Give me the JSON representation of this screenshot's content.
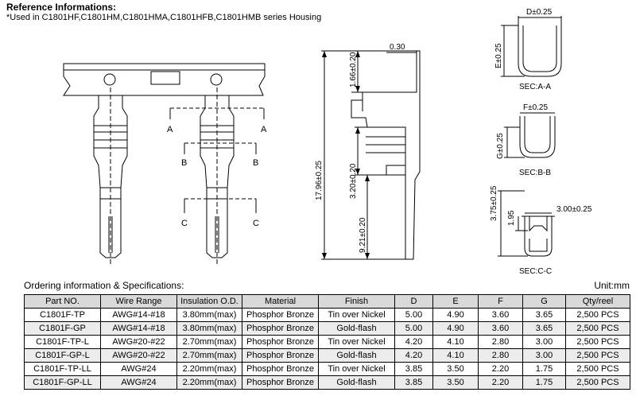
{
  "reference": {
    "title": "Reference Informations:",
    "note": "*Used in  C1801HF,C1801HM,C1801HMA,C1801HFB,C1801HMB series Housing"
  },
  "drawing": {
    "section_marks": {
      "a": "A",
      "b": "B",
      "c": "C"
    },
    "dimensions": {
      "thickness": "0.30",
      "top_offset": "1.66±0.20",
      "total_length": "17.96±0.25",
      "insulation_length": "3.20±0.20",
      "contact_length": "9.21±0.20",
      "d": "D±0.25",
      "e": "E±0.25",
      "f": "F±0.25",
      "g": "G±0.25",
      "c_height": "3.75±0.25",
      "c_inner": "1.95",
      "c_width": "3.00±0.25"
    },
    "sections": {
      "aa": "SEC:A-A",
      "bb": "SEC:B-B",
      "cc": "SEC:C-C"
    }
  },
  "ordering": {
    "title": "Ordering information & Specifications:",
    "unit": "Unit:mm",
    "columns": [
      "Part NO.",
      "Wire Range",
      "Insulation O.D.",
      "Material",
      "Finish",
      "D",
      "E",
      "F",
      "G",
      "Qty/reel"
    ],
    "rows": [
      [
        "C1801F-TP",
        "AWG#14-#18",
        "3.80mm(max)",
        "Phosphor Bronze",
        "Tin over Nickel",
        "5.00",
        "4.90",
        "3.60",
        "3.65",
        "2,500 PCS"
      ],
      [
        "C1801F-GP",
        "AWG#14-#18",
        "3.80mm(max)",
        "Phosphor Bronze",
        "Gold-flash",
        "5.00",
        "4.90",
        "3.60",
        "3.65",
        "2,500 PCS"
      ],
      [
        "C1801F-TP-L",
        "AWG#20-#22",
        "2.70mm(max)",
        "Phosphor Bronze",
        "Tin over Nickel",
        "4.20",
        "4.10",
        "2.80",
        "3.00",
        "2,500 PCS"
      ],
      [
        "C1801F-GP-L",
        "AWG#20-#22",
        "2.70mm(max)",
        "Phosphor Bronze",
        "Gold-flash",
        "4.20",
        "4.10",
        "2.80",
        "3.00",
        "2,500 PCS"
      ],
      [
        "C1801F-TP-LL",
        "AWG#24",
        "2.20mm(max)",
        "Phosphor Bronze",
        "Tin over Nickel",
        "3.85",
        "3.50",
        "2.20",
        "1.75",
        "2,500 PCS"
      ],
      [
        "C1801F-GP-LL",
        "AWG#24",
        "2.20mm(max)",
        "Phosphor Bronze",
        "Gold-flash",
        "3.85",
        "3.50",
        "2.20",
        "1.75",
        "2,500 PCS"
      ]
    ]
  }
}
